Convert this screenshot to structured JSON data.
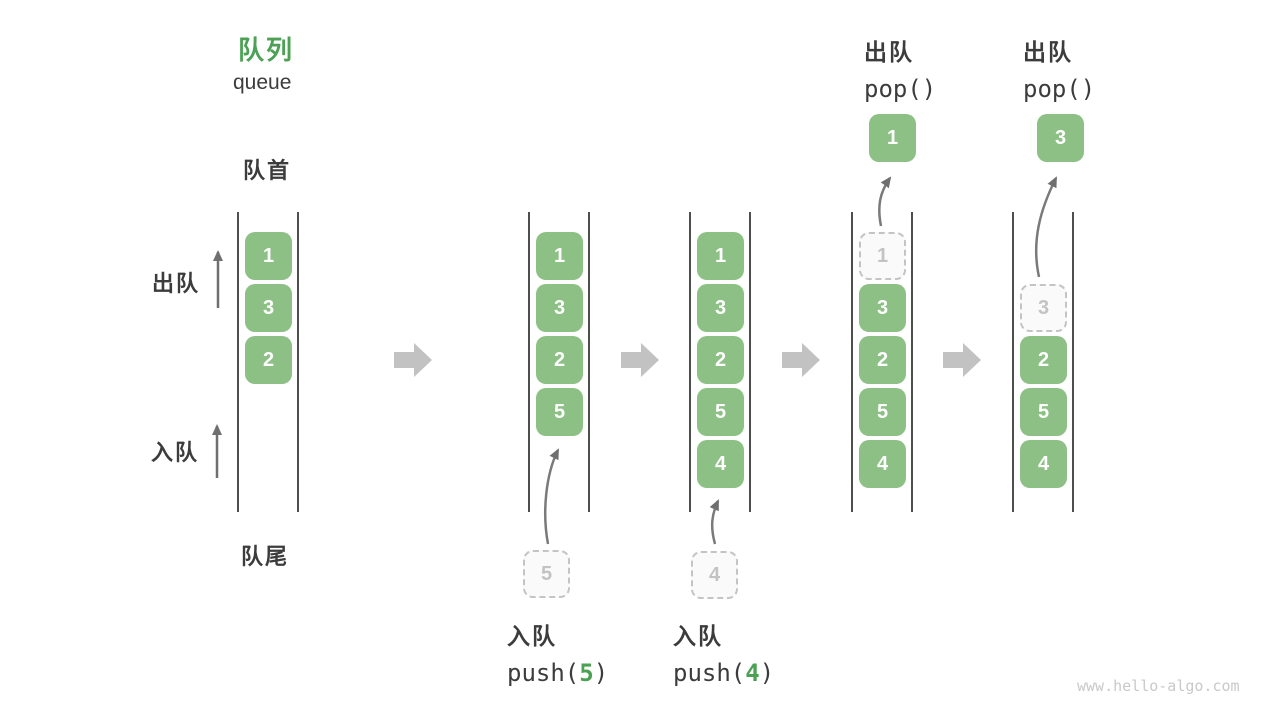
{
  "title": {
    "zh": "队列",
    "en": "queue"
  },
  "side_labels": {
    "front": "队首",
    "rear": "队尾",
    "dequeue": "出队",
    "enqueue": "入队"
  },
  "columns": [
    {
      "slots": [
        {
          "v": "1"
        },
        {
          "v": "3"
        },
        {
          "v": "2"
        }
      ]
    },
    {
      "slots": [
        {
          "v": "1"
        },
        {
          "v": "3"
        },
        {
          "v": "2"
        },
        {
          "v": "5"
        }
      ],
      "incoming": {
        "v": "5"
      },
      "op": {
        "label": "入队",
        "code_prefix": "push(",
        "code_arg": "5",
        "code_suffix": ")"
      }
    },
    {
      "slots": [
        {
          "v": "1"
        },
        {
          "v": "3"
        },
        {
          "v": "2"
        },
        {
          "v": "5"
        },
        {
          "v": "4"
        }
      ],
      "incoming": {
        "v": "4"
      },
      "op": {
        "label": "入队",
        "code_prefix": "push(",
        "code_arg": "4",
        "code_suffix": ")"
      }
    },
    {
      "slots": [
        {
          "v": "1",
          "state": "popped"
        },
        {
          "v": "3"
        },
        {
          "v": "2"
        },
        {
          "v": "5"
        },
        {
          "v": "4"
        }
      ],
      "outgoing": {
        "v": "1"
      },
      "op": {
        "label": "出队",
        "code": "pop()"
      }
    },
    {
      "slots": [
        {
          "v": "3",
          "state": "popped"
        },
        {
          "v": "2"
        },
        {
          "v": "5"
        },
        {
          "v": "4"
        }
      ],
      "outgoing": {
        "v": "3"
      },
      "op": {
        "label": "出队",
        "code": "pop()"
      }
    }
  ],
  "watermark": "www.hello-algo.com",
  "colors": {
    "box_green": "#8cc084",
    "accent_green": "#4ca154",
    "text_dark": "#3c3c3c",
    "column_line": "#4e4e4e",
    "block_arrow_gray": "#c2c2c2",
    "curve_arrow_gray": "#7a7a7a",
    "dashed_border": "#c4c4c4",
    "dashed_fill": "#fafafa",
    "watermark_gray": "#c9c9c9"
  }
}
